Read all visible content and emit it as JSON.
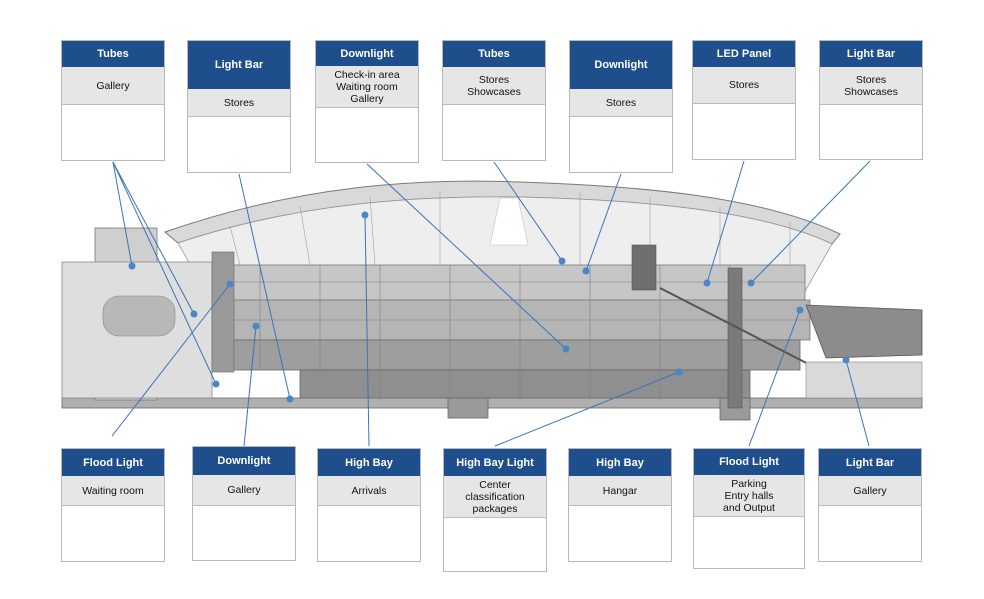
{
  "colors": {
    "header": "#1f4e8c",
    "subheader": "#e6e6e6",
    "leader_line": "#3b73b9",
    "marker": "#4a86c8",
    "building": "#8f8f8f"
  },
  "callouts_top": [
    {
      "type": "Tubes",
      "area": "Gallery"
    },
    {
      "type": "Light Bar",
      "area": "Stores"
    },
    {
      "type": "Downlight",
      "area": "Check-in area\nWaiting room\nGallery"
    },
    {
      "type": "Tubes",
      "area": "Stores\nShowcases"
    },
    {
      "type": "Downlight",
      "area": "Stores"
    },
    {
      "type": "LED Panel",
      "area": "Stores"
    },
    {
      "type": "Light Bar",
      "area": "Stores\nShowcases"
    }
  ],
  "callouts_bottom": [
    {
      "type": "Flood Light",
      "area": "Waiting room"
    },
    {
      "type": "Downlight",
      "area": "Gallery"
    },
    {
      "type": "High Bay",
      "area": "Arrivals"
    },
    {
      "type": "High Bay Light",
      "area": "Center\nclassification\npackages"
    },
    {
      "type": "High Bay",
      "area": "Hangar"
    },
    {
      "type": "Flood Light",
      "area": "Parking\nEntry halls\nand Output"
    },
    {
      "type": "Light Bar",
      "area": "Gallery"
    }
  ]
}
